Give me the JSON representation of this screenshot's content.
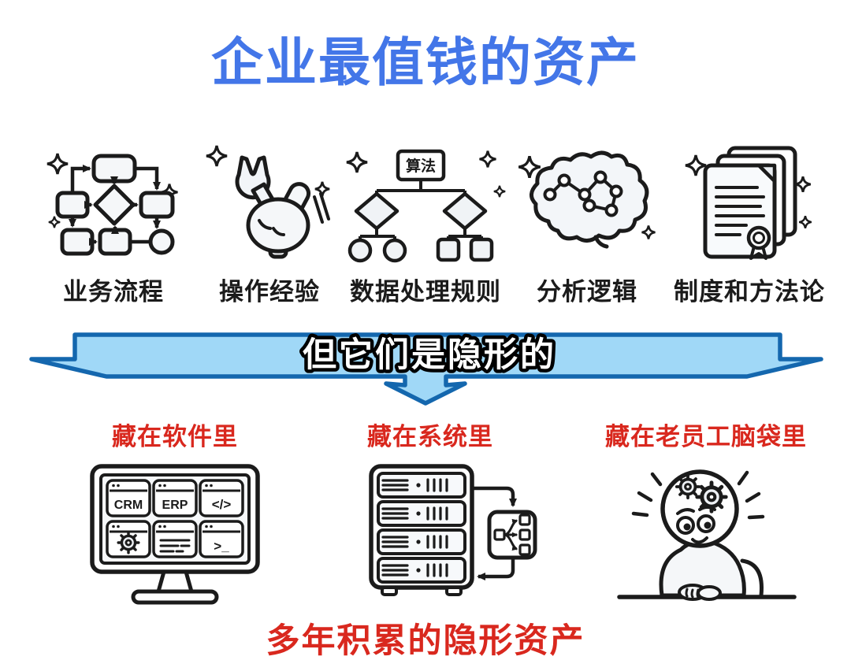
{
  "title": "企业最值钱的资产",
  "palette": {
    "title_blue": "#4376E8",
    "banner_fill": "#A0D8F7",
    "banner_border": "#1467AE",
    "accent_red": "#D9281E",
    "ink": "#1B1B1B"
  },
  "assets": [
    {
      "label": "业务流程",
      "icon": "flowchart-icon"
    },
    {
      "label": "操作经验",
      "icon": "wrench-hand-icon"
    },
    {
      "label": "数据处理规则",
      "icon": "decision-tree-icon",
      "icon_text": "算法"
    },
    {
      "label": "分析逻辑",
      "icon": "brain-network-icon"
    },
    {
      "label": "制度和方法论",
      "icon": "documents-stack-icon"
    }
  ],
  "banner": {
    "text": "但它们是隐形的"
  },
  "hidden_locations": [
    {
      "label": "藏在软件里",
      "icon": "software-monitor-icon",
      "windows": [
        {
          "type": "crm",
          "text": "CRM"
        },
        {
          "type": "erp",
          "text": "ERP"
        },
        {
          "type": "code",
          "text": "</>"
        },
        {
          "type": "settings-gear",
          "text": ""
        },
        {
          "type": "log-list",
          "text": ""
        },
        {
          "type": "terminal",
          "text": ">_"
        }
      ]
    },
    {
      "label": "藏在系统里",
      "icon": "server-rack-icon"
    },
    {
      "label": "藏在老员工脑袋里",
      "icon": "thinking-person-icon"
    }
  ],
  "footer": {
    "text": "多年积累的隐形资产"
  }
}
